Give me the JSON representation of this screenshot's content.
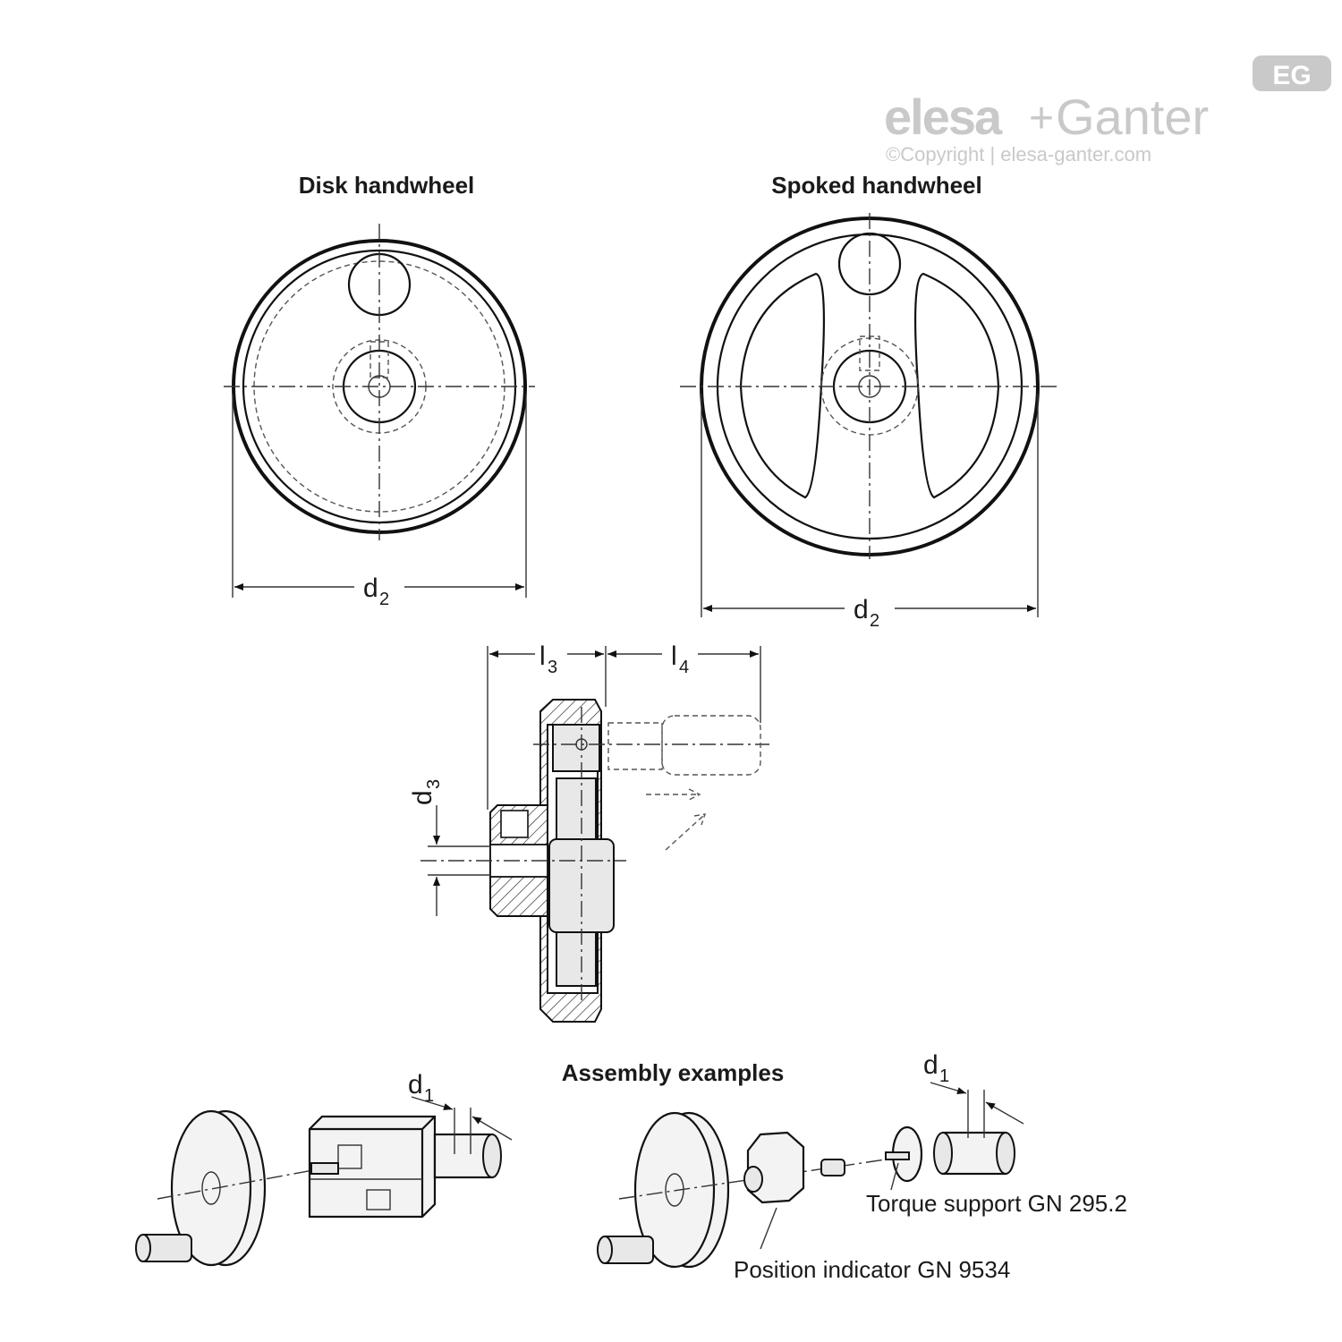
{
  "brand": {
    "logo_elesa": "elesa",
    "logo_plus": "+",
    "logo_ganter": "Ganter",
    "badge": "EG",
    "copyright": "©Copyright | elesa-ganter.com"
  },
  "views": {
    "disk_title": "Disk handwheel",
    "spoked_title": "Spoked handwheel",
    "assembly_title": "Assembly examples"
  },
  "dimensions": {
    "d2_disk": {
      "base": "d",
      "sub": "2"
    },
    "d2_spoked": {
      "base": "d",
      "sub": "2"
    },
    "l3": {
      "base": "l",
      "sub": "3"
    },
    "l4": {
      "base": "l",
      "sub": "4"
    },
    "d3": {
      "base": "d",
      "sub": "3"
    },
    "d1_left": {
      "base": "d",
      "sub": "1"
    },
    "d1_right": {
      "base": "d",
      "sub": "1"
    }
  },
  "callouts": {
    "torque_support": "Torque support GN 295.2",
    "position_indicator": "Position indicator GN 9534"
  },
  "colors": {
    "line": "#111111",
    "logo_grey": "#c9c9c9",
    "background": "#ffffff"
  }
}
